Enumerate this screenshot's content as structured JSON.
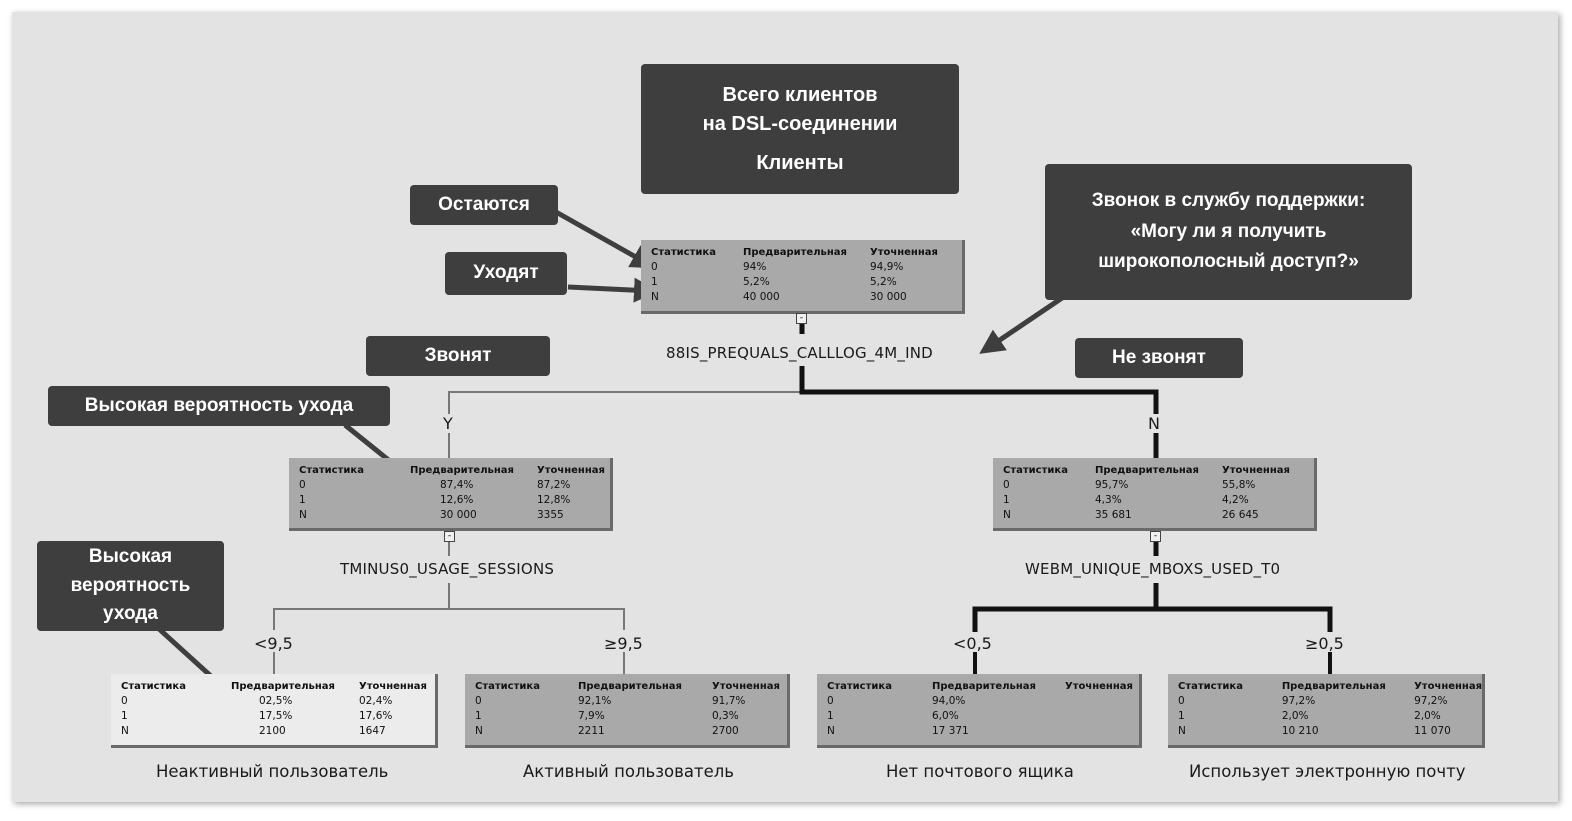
{
  "nodes": {
    "root": {
      "headers": [
        "Статистика",
        "Предварительная",
        "Уточненная"
      ],
      "rows": [
        [
          "0",
          "94%",
          "94,9%"
        ],
        [
          "1",
          "5,2%",
          "5,2%"
        ],
        [
          "N",
          "40 000",
          "30 000"
        ]
      ],
      "split_var": "88IS_PREQUALS_CALLLOG_4M_IND"
    },
    "left": {
      "branch_label": "Y",
      "headers": [
        "Статистика",
        "Предварительная",
        "Уточненная"
      ],
      "rows": [
        [
          "0",
          "87,4%",
          "87,2%"
        ],
        [
          "1",
          "12,6%",
          "12,8%"
        ],
        [
          "N",
          "30 000",
          "3355"
        ]
      ],
      "split_var": "TMINUS0_USAGE_SESSIONS"
    },
    "right": {
      "branch_label": "N",
      "headers": [
        "Статистика",
        "Предварительная",
        "Уточненная"
      ],
      "rows": [
        [
          "0",
          "95,7%",
          "55,8%"
        ],
        [
          "1",
          "4,3%",
          "4,2%"
        ],
        [
          "N",
          "35 681",
          "26 645"
        ]
      ],
      "split_var": "WEBM_UNIQUE_MBOXS_USED_T0"
    },
    "ll": {
      "condition": "<9,5",
      "headers": [
        "Статистика",
        "Предварительная",
        "Уточненная"
      ],
      "rows": [
        [
          "0",
          "02,5%",
          "02,4%"
        ],
        [
          "1",
          "17,5%",
          "17,6%"
        ],
        [
          "N",
          "2100",
          "1647"
        ]
      ],
      "caption": "Неактивный пользователь"
    },
    "lr": {
      "condition": "≥9,5",
      "headers": [
        "Статистика",
        "Предварительная",
        "Уточненная"
      ],
      "rows": [
        [
          "0",
          "92,1%",
          "91,7%"
        ],
        [
          "1",
          "7,9%",
          "0,3%"
        ],
        [
          "N",
          "2211",
          "2700"
        ]
      ],
      "caption": "Активный пользователь"
    },
    "rl": {
      "condition": "<0,5",
      "headers": [
        "Статистика",
        "Предварительная",
        "Уточненная"
      ],
      "rows": [
        [
          "0",
          "94,0%",
          ""
        ],
        [
          "1",
          "6,0%",
          ""
        ],
        [
          "N",
          "17 371",
          ""
        ]
      ],
      "caption": "Нет почтового ящика"
    },
    "rr": {
      "condition": "≥0,5",
      "headers": [
        "Статистика",
        "Предварительная",
        "Уточненная"
      ],
      "rows": [
        [
          "0",
          "97,2%",
          "97,2%"
        ],
        [
          "1",
          "2,0%",
          "2,0%"
        ],
        [
          "N",
          "10 210",
          "11 070"
        ]
      ],
      "caption": "Использует электронную почту"
    }
  },
  "callouts": {
    "total": [
      "Всего клиентов",
      "на DSL-соединении",
      "Клиенты"
    ],
    "stay": [
      "Остаются"
    ],
    "leave": [
      "Уходят"
    ],
    "call": [
      "Звонок в службу поддержки:",
      "«Могу ли я получить",
      "широкополосный доступ?»"
    ],
    "will_call": [
      "Звонят"
    ],
    "wont_call": [
      "Не звонят"
    ],
    "high_churn": [
      "Высокая вероятность ухода"
    ],
    "high_churn_2": [
      "Высокая",
      "вероятность",
      "ухода"
    ]
  },
  "toggle_symbol": "-",
  "colors": {
    "callout_bg": "#3e3e3e",
    "node_dark": "#a9a9a9",
    "node_light": "#ececec",
    "panel_bg": "#e3e3e3"
  }
}
